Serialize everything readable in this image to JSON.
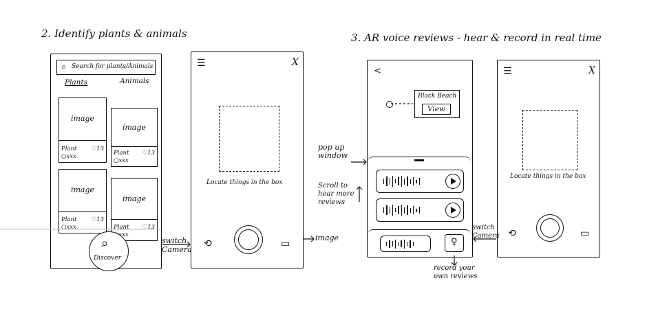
{
  "headings": {
    "section2": "2. Identify plants & animals",
    "section3": "3. AR voice reviews - hear & record in real time"
  },
  "identify_screen": {
    "search_placeholder": "Search for plants/Animals",
    "tabs": {
      "plants": "Plants",
      "animals": "Animals"
    },
    "cards": [
      {
        "image_label": "image",
        "name": "Plant",
        "likes": "13",
        "user": "xxx"
      },
      {
        "image_label": "image",
        "name": "Plant",
        "likes": "13",
        "user": "xxx"
      },
      {
        "image_label": "image",
        "name": "Plant",
        "likes": "13",
        "user": "xxx"
      },
      {
        "image_label": "image",
        "name": "Plant",
        "likes": "13",
        "user": "xxx"
      }
    ],
    "discover_label": "Discover"
  },
  "camera_screen_1": {
    "menu_icon": "hamburger-icon",
    "close_label": "X",
    "hint": "Locate things in the box"
  },
  "annotations": {
    "switch_camera": "switch Camera",
    "image_arrow": "image",
    "pop_up_window": "pop up window",
    "scroll_more": "Scroll to hear more reviews",
    "record_own": "record your own reviews"
  },
  "ar_screen": {
    "back_label": "<",
    "marker_title": "Black Beach",
    "marker_button": "View"
  },
  "camera_screen_2": {
    "menu_icon": "hamburger-icon",
    "close_label": "X",
    "hint": "Locate things in the box"
  },
  "colors": {
    "ink": "#111111",
    "paper": "#ffffff"
  }
}
